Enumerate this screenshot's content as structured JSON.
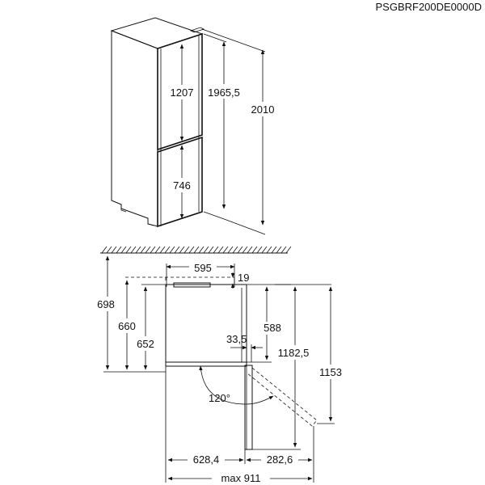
{
  "document_code": "PSGBRF200DE0000D",
  "front_view": {
    "fridge_height": "1207",
    "freezer_height": "746",
    "body_height": "1965,5",
    "total_height": "2010"
  },
  "top_view": {
    "width": "595",
    "wall_gap": "19",
    "depth_698": "698",
    "depth_660": "660",
    "depth_652": "652",
    "depth_588": "588",
    "hinge_offset": "33,5",
    "open_depth": "1182,5",
    "open_depth_2": "1153",
    "door_angle": "120°",
    "width_open_left": "628,4",
    "width_open_right": "282,6",
    "max_width": "max 911"
  }
}
